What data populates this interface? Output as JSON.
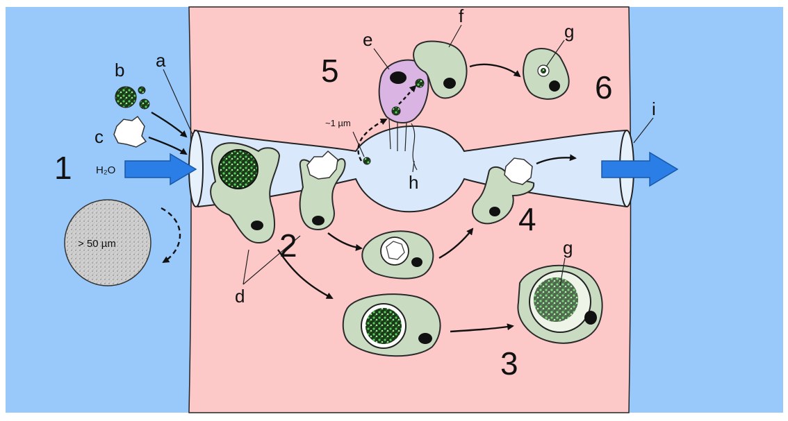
{
  "labels": {
    "n1": "1",
    "n2": "2",
    "n3": "3",
    "n4": "4",
    "n5": "5",
    "n6": "6",
    "a": "a",
    "b": "b",
    "c": "c",
    "d": "d",
    "e": "e",
    "f": "f",
    "g_top": "g",
    "g_bottom": "g",
    "h": "h",
    "i": "i",
    "h2o": "H₂O",
    "size_large": "> 50 µm",
    "size_small": "~1 µm"
  },
  "colors": {
    "water": "#99c9fa",
    "tissue": "#fdc9c8",
    "canal": "#d9e9fb",
    "cell": "#c9dcc2",
    "choanocyte_purple": "#dab4e2",
    "flow_arrow": "#2a7ee6"
  }
}
